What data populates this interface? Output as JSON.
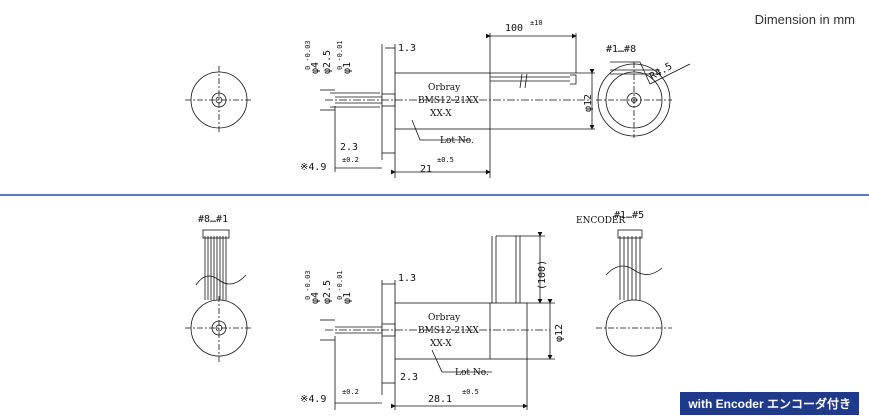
{
  "unit_note": "Dimension in mm",
  "badge": "with Encoder エンコーダ付き",
  "brand": "Orbray",
  "model": "BMS12-21XX",
  "variant": "XX-X",
  "lot_label": "Lot No.",
  "top": {
    "dim_100": "100",
    "dim_100_tol": "±10",
    "pin_range": "#1…#8",
    "radius": "R4.5",
    "dia_12": "φ12",
    "dia_4": "φ4",
    "dia_4_tol": "0 -0.03",
    "dia_2_5": "φ2.5",
    "dia_1": "φ1",
    "dia_1_tol": "0 -0.01",
    "dim_1_3": "1.3",
    "dim_2_3": "2.3",
    "dim_4_9": "※4.9",
    "dim_4_9_tol": "±0.2",
    "dim_21": "21",
    "dim_21_tol": "±0.5"
  },
  "bottom": {
    "pin_range": "#8…#1",
    "encoder_label": "ENCODER",
    "encoder_pins": "#1…#5",
    "dim_100": "(100)",
    "dia_12": "φ12",
    "dia_4": "φ4",
    "dia_4_tol": "0 -0.03",
    "dia_2_5": "φ2.5",
    "dia_1": "φ1",
    "dia_1_tol": "0 -0.01",
    "dim_1_3": "1.3",
    "dim_2_3": "2.3",
    "dim_4_9": "※4.9",
    "dim_4_9_tol": "±0.2",
    "dim_28_1": "28.1",
    "dim_28_1_tol": "±0.5"
  },
  "colors": {
    "divider": "#2f4a9a",
    "badge": "#1f3a8a",
    "line": "#111111"
  }
}
